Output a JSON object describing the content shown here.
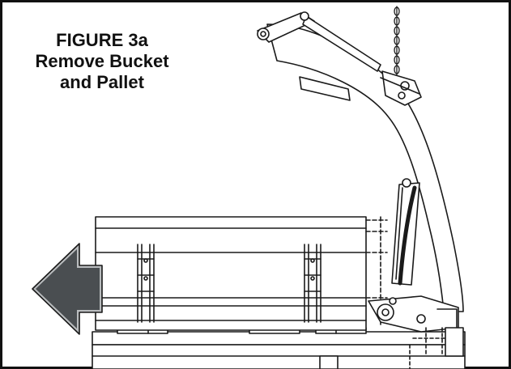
{
  "figure": {
    "caption_lines": [
      "FIGURE 3a",
      "Remove Bucket",
      "and Pallet"
    ]
  },
  "colors": {
    "line": "#1a1a1a",
    "arrow_fill": "#4a4e51",
    "fill": "#ffffff"
  },
  "icons": [
    "left-arrow-icon",
    "lift-chain-icon"
  ]
}
